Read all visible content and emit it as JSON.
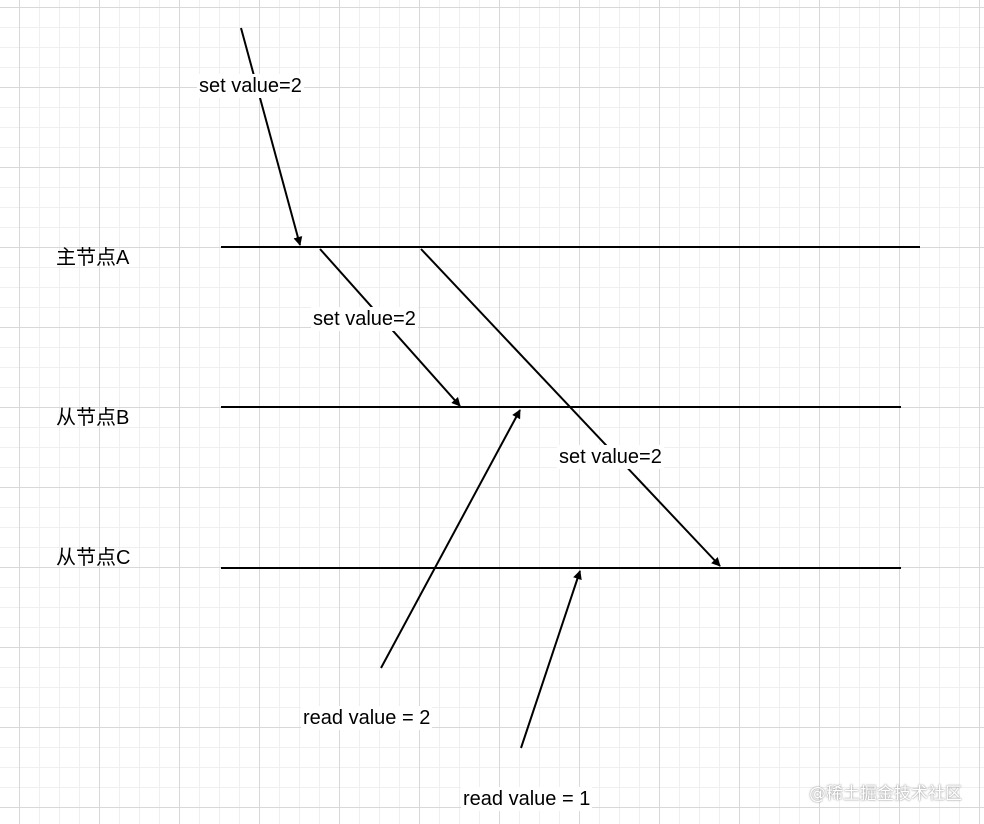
{
  "nodes": [
    {
      "id": "A",
      "label": "主节点A"
    },
    {
      "id": "B",
      "label": "从节点B"
    },
    {
      "id": "C",
      "label": "从节点C"
    }
  ],
  "messages": [
    {
      "from": "client",
      "to": "A",
      "label": "set value=2"
    },
    {
      "from": "A",
      "to": "B",
      "label": "set value=2"
    },
    {
      "from": "A",
      "to": "C",
      "label": "set value=2"
    },
    {
      "from": "client",
      "to": "B",
      "label": "read value = 2"
    },
    {
      "from": "client",
      "to": "C",
      "label": "read value = 1"
    }
  ],
  "watermark": "@稀土掘金技术社区",
  "colors": {
    "line": "#000000",
    "grid": "#d8d8d8",
    "background": "#ffffff"
  }
}
